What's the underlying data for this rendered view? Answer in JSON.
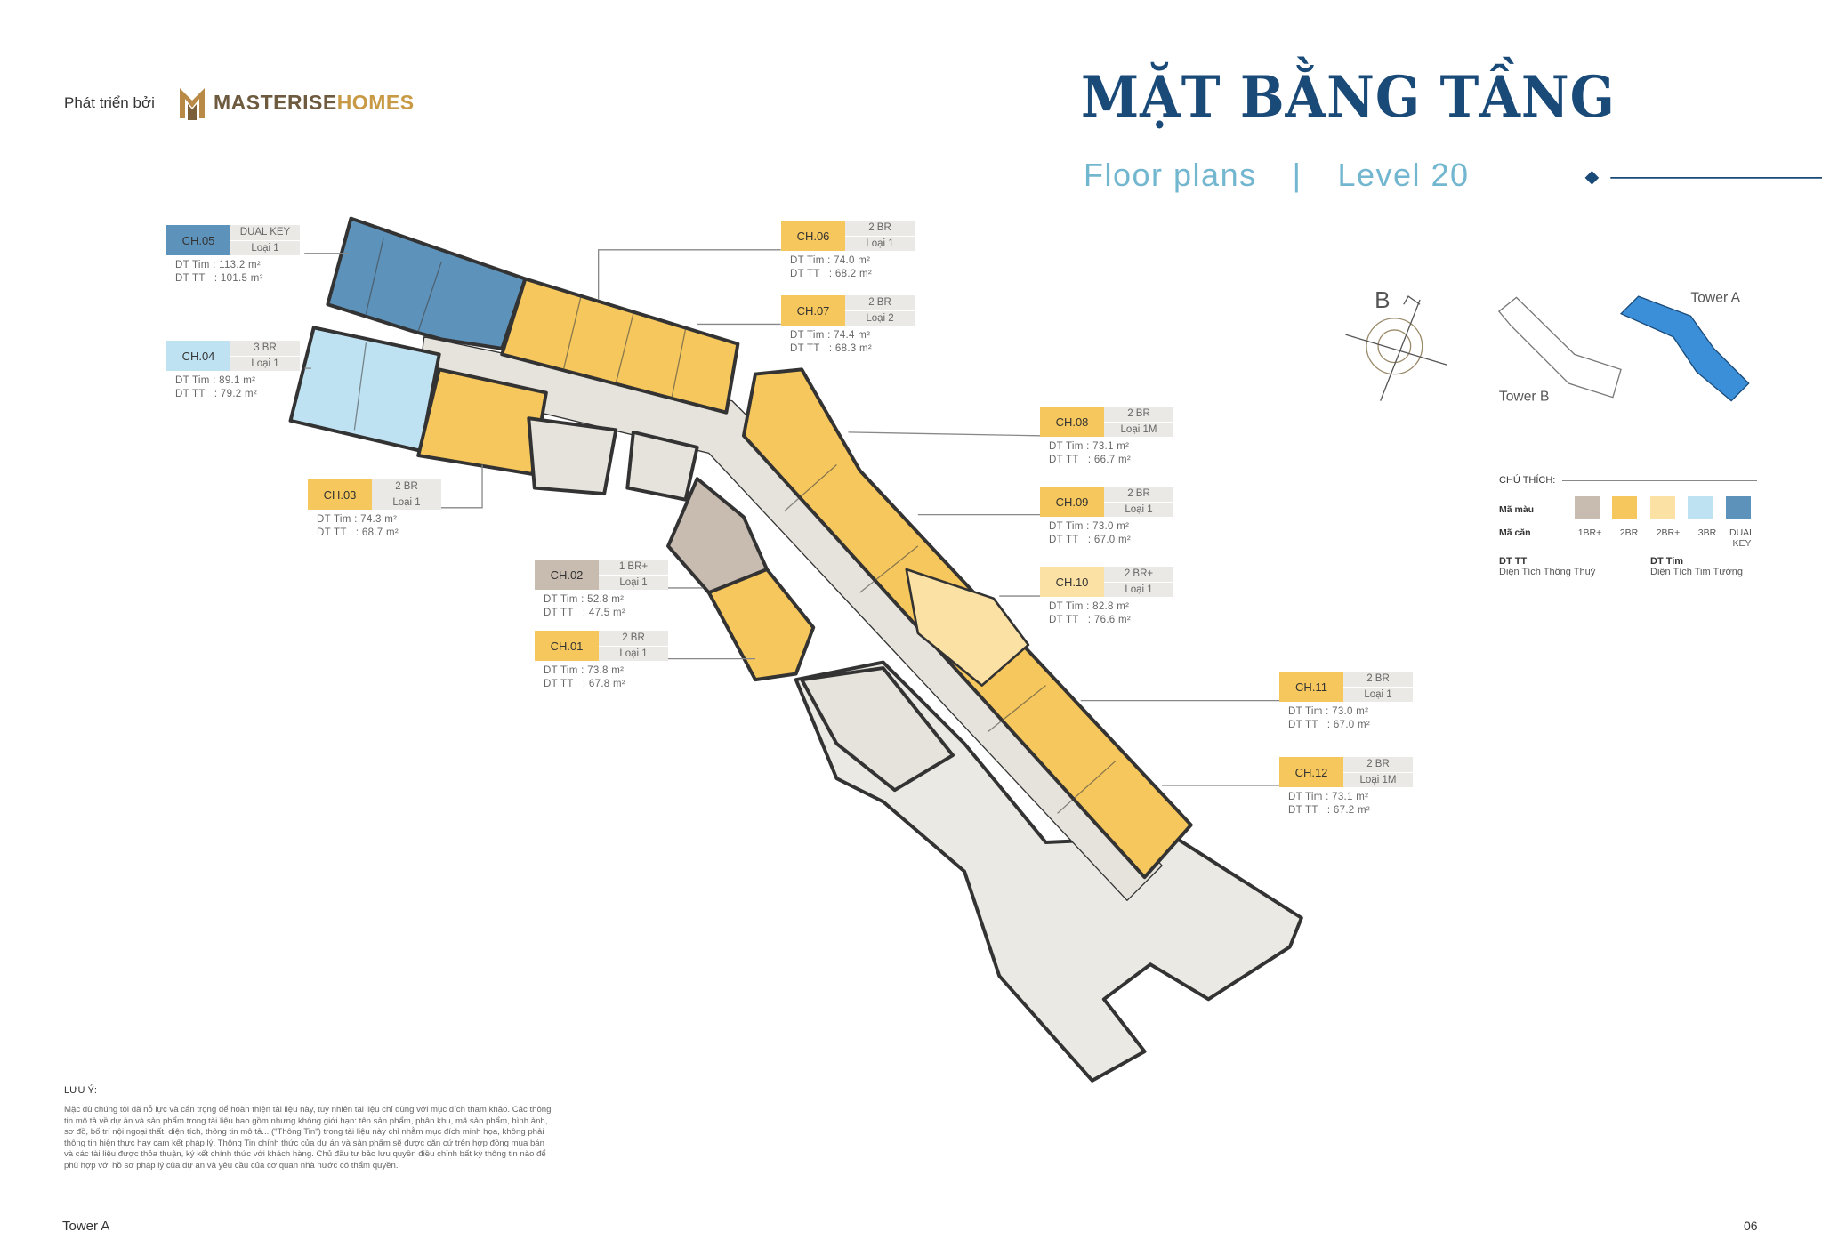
{
  "header": {
    "developer_prefix": "Phát triển bởi",
    "brand_part1": "MASTERISE",
    "brand_part2": "HOMES",
    "title": "MẶT BẰNG TẦNG",
    "subtitle_left": "Floor plans",
    "subtitle_sep": "|",
    "subtitle_right": "Level 20"
  },
  "units": [
    {
      "code": "CH.05",
      "type": "DUAL KEY",
      "loai": "Loại 1",
      "dt_tim": "DT Tim : 113.2 m²",
      "dt_tt": "DT TT   : 101.5 m²",
      "color": "#5d93bb"
    },
    {
      "code": "CH.04",
      "type": "3 BR",
      "loai": "Loại 1",
      "dt_tim": "DT Tim : 89.1 m²",
      "dt_tt": "DT TT   : 79.2 m²",
      "color": "#bfe2f3"
    },
    {
      "code": "CH.03",
      "type": "2 BR",
      "loai": "Loại 1",
      "dt_tim": "DT Tim : 74.3 m²",
      "dt_tt": "DT TT   : 68.7 m²",
      "color": "#f6c75c"
    },
    {
      "code": "CH.02",
      "type": "1 BR+",
      "loai": "Loại 1",
      "dt_tim": "DT Tim : 52.8 m²",
      "dt_tt": "DT TT   : 47.5 m²",
      "color": "#c8bcb0"
    },
    {
      "code": "CH.01",
      "type": "2 BR",
      "loai": "Loại 1",
      "dt_tim": "DT Tim : 73.8 m²",
      "dt_tt": "DT TT   : 67.8 m²",
      "color": "#f6c75c"
    },
    {
      "code": "CH.06",
      "type": "2 BR",
      "loai": "Loại 1",
      "dt_tim": "DT Tim : 74.0 m²",
      "dt_tt": "DT TT   : 68.2 m²",
      "color": "#f6c75c"
    },
    {
      "code": "CH.07",
      "type": "2 BR",
      "loai": "Loại 2",
      "dt_tim": "DT Tim : 74.4 m²",
      "dt_tt": "DT TT   : 68.3 m²",
      "color": "#f6c75c"
    },
    {
      "code": "CH.08",
      "type": "2 BR",
      "loai": "Loại 1M",
      "dt_tim": "DT Tim : 73.1 m²",
      "dt_tt": "DT TT   : 66.7 m²",
      "color": "#f6c75c"
    },
    {
      "code": "CH.09",
      "type": "2 BR",
      "loai": "Loại 1",
      "dt_tim": "DT Tim : 73.0 m²",
      "dt_tt": "DT TT   : 67.0 m²",
      "color": "#f6c75c"
    },
    {
      "code": "CH.10",
      "type": "2 BR+",
      "loai": "Loại 1",
      "dt_tim": "DT Tim : 82.8 m²",
      "dt_tt": "DT TT   : 76.6 m²",
      "color": "#fbe1a4"
    },
    {
      "code": "CH.11",
      "type": "2 BR",
      "loai": "Loại 1",
      "dt_tim": "DT Tim : 73.0 m²",
      "dt_tt": "DT TT   : 67.0 m²",
      "color": "#f6c75c"
    },
    {
      "code": "CH.12",
      "type": "2 BR",
      "loai": "Loại 1M",
      "dt_tim": "DT Tim : 73.1 m²",
      "dt_tt": "DT TT   : 67.2 m²",
      "color": "#f6c75c"
    }
  ],
  "key_map": {
    "north_label": "B",
    "tower_b": "Tower B",
    "tower_a": "Tower A"
  },
  "legend": {
    "title": "CHÚ THÍCH:",
    "color_row_label": "Mã màu",
    "type_row_label": "Mã căn",
    "items": [
      {
        "label": "1BR+",
        "color": "#c8bcb0"
      },
      {
        "label": "2BR",
        "color": "#f6c75c"
      },
      {
        "label": "2BR+",
        "color": "#fbe1a4"
      },
      {
        "label": "3BR",
        "color": "#bfe2f3"
      },
      {
        "label": "DUAL KEY",
        "color": "#5d93bb"
      }
    ],
    "dt_tt_abbr": "DT TT",
    "dt_tt_full": "Diện Tích Thông Thuỷ",
    "dt_tim_abbr": "DT Tim",
    "dt_tim_full": "Diện Tích Tim Tường"
  },
  "note": {
    "title": "LƯU Ý:",
    "body": "Mặc dù chúng tôi đã nỗ lực và cẩn trọng để hoàn thiện tài liệu này, tuy nhiên tài liệu chỉ dùng với mục đích tham khảo. Các thông tin mô tả về dự án và sản phẩm trong tài liệu bao gồm nhưng không giới hạn: tên sản phẩm, phân khu, mã sản phẩm, hình ảnh, sơ đồ, bố trí nội ngoại thất, diện tích, thông tin mô tả... (\"Thông Tin\") trong tài liệu này chỉ nhằm mục đích minh họa, không phải thông tin hiện thực hay cam kết pháp lý. Thông Tin chính thức của dự án và sản phẩm sẽ được căn cứ trên hợp đồng mua bán và các tài liệu được thỏa thuận, ký kết chính thức với khách hàng. Chủ đầu tư bảo lưu quyền điều chỉnh bất kỳ thông tin nào để phù hợp với hồ sơ pháp lý của dự án và yêu cầu của cơ quan nhà nước có thẩm quyền."
  },
  "footer": {
    "tower": "Tower A",
    "page": "06"
  }
}
